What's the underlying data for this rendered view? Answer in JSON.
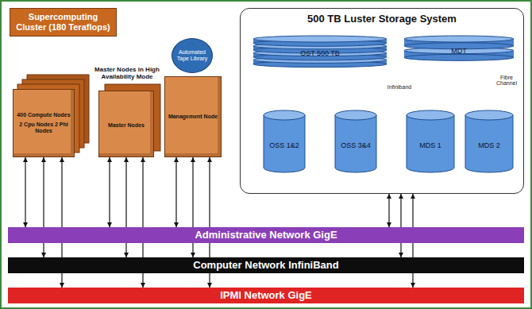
{
  "diagram": {
    "nodes": [
      {
        "text": [
          "Supercomputing Cluster (180 Teraflops)"
        ]
      },
      {
        "text": [
          "400 Compute Nodes",
          "2 Cpu Nodes 2 Phi Nodes"
        ]
      },
      {
        "text": [
          "Master Nodes in High Availability Mode",
          "Master Nodes"
        ]
      },
      {
        "text": [
          "Automated Tape Library"
        ]
      },
      {
        "text": [
          "Management Node"
        ]
      },
      {
        "text": [
          "500 TB Luster Storage System"
        ]
      },
      {
        "text": [
          "OST 500 TB"
        ],
        "in": 5
      },
      {
        "text": [
          "MDT"
        ],
        "in": 5
      },
      {
        "text": [
          "OSS 1&2"
        ],
        "in": 5
      },
      {
        "text": [
          "OSS 3&4"
        ],
        "in": 5
      },
      {
        "text": [
          "MDS 1"
        ],
        "in": 5
      },
      {
        "text": [
          "MDS 2"
        ],
        "in": 5
      },
      {
        "text": [
          "Administrative Network GigE"
        ]
      },
      {
        "text": [
          "Computer Network InfiniBand"
        ]
      },
      {
        "text": [
          "IPMI Network GigE"
        ]
      }
    ],
    "edges": [
      {
        "from": 6,
        "to": 8,
        "arrow": "none"
      },
      {
        "from": 6,
        "to": 9,
        "arrow": "none"
      },
      {
        "from": 7,
        "to": 10,
        "arrow": "none"
      },
      {
        "from": 7,
        "to": 11,
        "arrow": "none"
      },
      {
        "from": 1,
        "to": 12,
        "arrow": "both"
      },
      {
        "from": 1,
        "to": 13,
        "arrow": "both"
      },
      {
        "from": 1,
        "to": 14,
        "arrow": "both"
      },
      {
        "from": 2,
        "to": 12,
        "arrow": "both"
      },
      {
        "from": 2,
        "to": 13,
        "arrow": "both"
      },
      {
        "from": 2,
        "to": 14,
        "arrow": "both"
      },
      {
        "from": 4,
        "to": 12,
        "arrow": "both"
      },
      {
        "from": 4,
        "to": 13,
        "arrow": "both"
      },
      {
        "from": 4,
        "to": 14,
        "arrow": "both"
      },
      {
        "from": 5,
        "to": 12,
        "arrow": "both"
      },
      {
        "from": 5,
        "to": 13,
        "arrow": "both"
      },
      {
        "from": 5,
        "to": 14,
        "arrow": "both"
      }
    ],
    "labels": [
      "Infiniband",
      "Fibre Channel"
    ]
  }
}
